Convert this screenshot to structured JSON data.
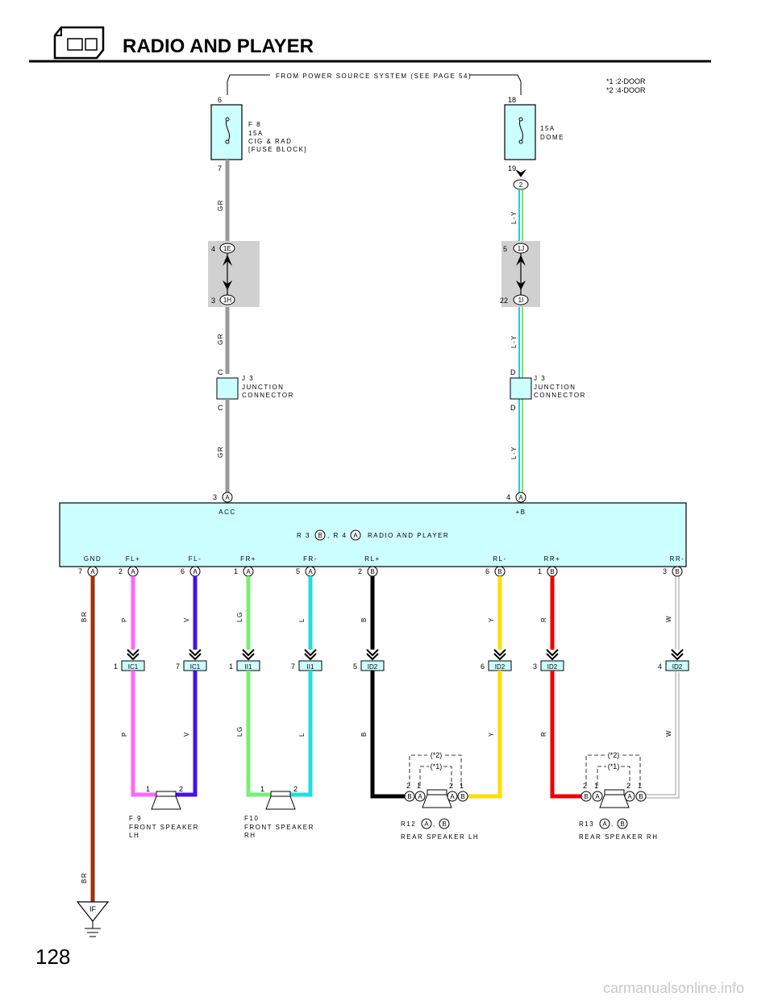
{
  "header": {
    "title": "RADIO AND PLAYER",
    "icon": "radio-icon"
  },
  "page_number": "128",
  "watermark": "carmanualsonline.info",
  "notes": [
    "*1  :2-DOOR",
    "*2  :4-DOOR"
  ],
  "power_source": "FROM POWER SOURCE SYSTEM (SEE PAGE 54)",
  "fuses": [
    {
      "pin_top": "6",
      "pin_bottom": "7",
      "lines": [
        "F 8",
        "15A",
        "CIG & RAD",
        "[FUSE BLOCK]"
      ]
    },
    {
      "pin_top": "18",
      "pin_bottom": "19",
      "lines": [
        "15A",
        "DOME"
      ]
    }
  ],
  "wire_colors": {
    "left_supply": "GR",
    "right_supply": "L-Y"
  },
  "junction_blocks": [
    {
      "top_pin": "4",
      "top_code": "1E",
      "bottom_pin": "3",
      "bottom_code": "1H"
    },
    {
      "top_pin": "5",
      "top_code": "1J",
      "bottom_pin": "22",
      "bottom_code": "1I"
    }
  ],
  "connector_top": "2",
  "j3_left": {
    "pin_top": "C",
    "pin_bottom": "C",
    "lines": [
      "J 3",
      "JUNCTION",
      "CONNECTOR"
    ]
  },
  "j3_right": {
    "pin_top": "D",
    "pin_bottom": "D",
    "lines": [
      "J 3",
      "JUNCTION",
      "CONNECTOR"
    ]
  },
  "radio": {
    "title_part1": "R 3",
    "title_b": "B",
    "title_part2": ", R 4",
    "title_a": "A",
    "title_part3": "RADIO AND PLAYER",
    "acc": {
      "label": "ACC",
      "pin": "3",
      "conn": "A"
    },
    "b_plus": {
      "label": "+B",
      "pin": "4",
      "conn": "A"
    }
  },
  "terminals": [
    {
      "label": "GND",
      "pin": "7",
      "conn": "A",
      "wire": "BR",
      "color": "#a03010"
    },
    {
      "label": "FL+",
      "pin": "2",
      "conn": "A",
      "wire": "P",
      "color": "#ff66ff",
      "cpin": "1",
      "ccode": "IC1"
    },
    {
      "label": "FL-",
      "pin": "6",
      "conn": "A",
      "wire": "V",
      "color": "#4411ee",
      "cpin": "7",
      "ccode": "IC1"
    },
    {
      "label": "FR+",
      "pin": "1",
      "conn": "A",
      "wire": "LG",
      "color": "#77ee77",
      "cpin": "1",
      "ccode": "II1"
    },
    {
      "label": "FR-",
      "pin": "5",
      "conn": "A",
      "wire": "L",
      "color": "#22dddd",
      "cpin": "7",
      "ccode": "II1"
    },
    {
      "label": "RL+",
      "pin": "2",
      "conn": "B",
      "wire": "B",
      "color": "#000000",
      "cpin": "5",
      "ccode": "ID2"
    },
    {
      "label": "RL-",
      "pin": "6",
      "conn": "B",
      "wire": "Y",
      "color": "#ffdd00",
      "cpin": "6",
      "ccode": "ID2"
    },
    {
      "label": "RR+",
      "pin": "1",
      "conn": "B",
      "wire": "R",
      "color": "#ee0000",
      "cpin": "3",
      "ccode": "ID2"
    },
    {
      "label": "RR-",
      "pin": "3",
      "conn": "B",
      "wire": "W",
      "color": "#bbbbbb",
      "cpin": "4",
      "ccode": "ID2"
    }
  ],
  "front_speakers": [
    {
      "pins": [
        "1",
        "2"
      ],
      "lines": [
        "F 9",
        "FRONT SPEAKER",
        "LH"
      ]
    },
    {
      "pins": [
        "1",
        "2"
      ],
      "lines": [
        "F10",
        "FRONT SPEAKER",
        "RH"
      ]
    }
  ],
  "rear_speakers": [
    {
      "code": "R12",
      "a": "A",
      "b": "B",
      "comma": ",",
      "name": "REAR SPEAKER LH",
      "star2": "(*2)",
      "star1": "(*1)",
      "pin_labels": [
        "2",
        "1",
        "2",
        "1"
      ]
    },
    {
      "code": "R13",
      "a": "A",
      "b": "B",
      "comma": ",",
      "name": "REAR SPEAKER RH",
      "star2": "(*2)",
      "star1": "(*1)",
      "pin_labels": [
        "2",
        "1",
        "2",
        "1"
      ]
    }
  ],
  "rear_conn_letters": [
    "B",
    "A",
    "A",
    "B"
  ],
  "ground": "IF"
}
